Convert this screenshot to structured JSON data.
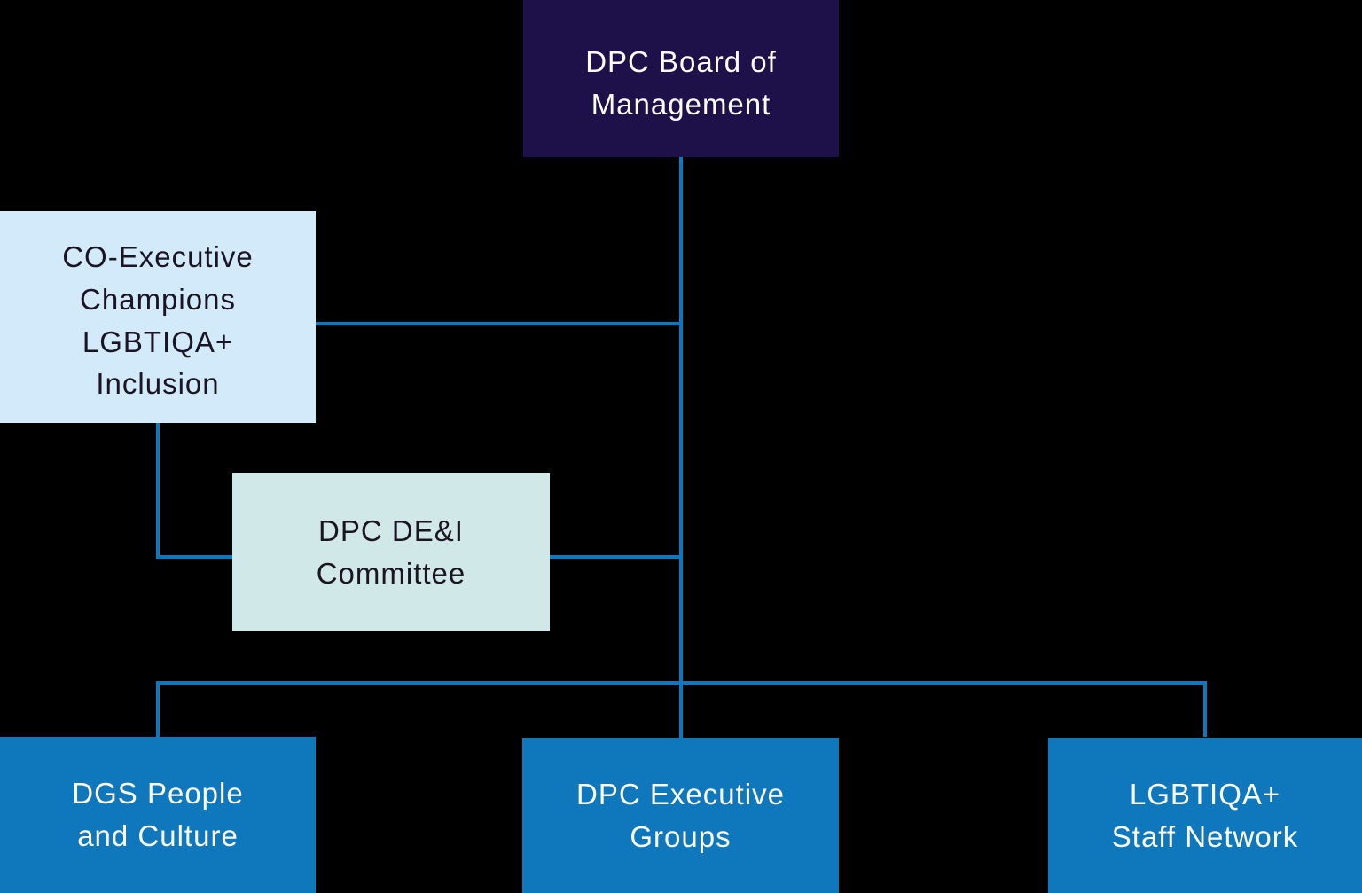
{
  "colors": {
    "background": "#000000",
    "navy_box": "#1e1048",
    "blue_box": "#0f77bb",
    "light_blue_box": "#d3eafa",
    "mint_box": "#d0e8e7",
    "connector_line": "#0f77bb",
    "text_on_dark": "#fdfdfd",
    "text_on_light": "#1a1423"
  },
  "diagram": {
    "type": "org-chart",
    "nodes": {
      "board": {
        "label": "DPC Board of\nManagement"
      },
      "co_executive_champions": {
        "label": "CO-Executive\nChampions\nLGBTIQA+\nInclusion"
      },
      "dei_committee": {
        "label": "DPC DE&I\nCommittee"
      },
      "dgs_people_culture": {
        "label": "DGS People\nand Culture"
      },
      "dpc_executive_groups": {
        "label": "DPC Executive\nGroups"
      },
      "lgbtiqa_staff_network": {
        "label": "LGBTIQA+\nStaff Network"
      }
    },
    "edges": [
      {
        "from": "board",
        "to": "dpc_executive_groups"
      },
      {
        "from": "board",
        "to": "co_executive_champions"
      },
      {
        "from": "co_executive_champions",
        "to": "dei_committee"
      },
      {
        "from": "dei_committee",
        "to": "board_trunk"
      },
      {
        "from": "board_trunk",
        "to": "dgs_people_culture"
      },
      {
        "from": "board_trunk",
        "to": "lgbtiqa_staff_network"
      }
    ]
  }
}
